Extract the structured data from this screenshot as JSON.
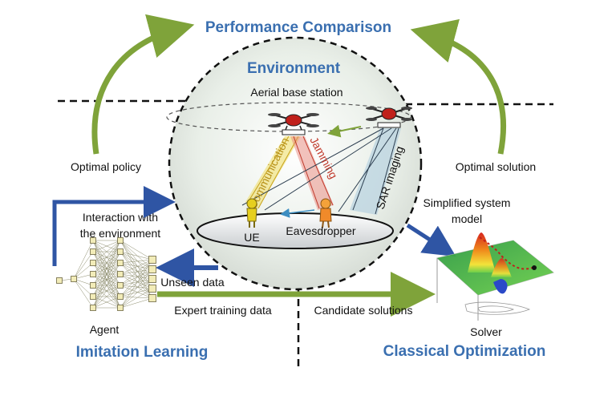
{
  "titles": {
    "performance": "Performance Comparison",
    "environment": "Environment",
    "imitation": "Imitation Learning",
    "classical": "Classical Optimization"
  },
  "labels": {
    "aerial_base_station": "Aerial base station",
    "communication": "Communication",
    "jamming": "Jamming",
    "sar_imaging": "SAR imaging",
    "ue": "UE",
    "eavesdropper": "Eavesdropper",
    "optimal_policy": "Optimal policy",
    "optimal_solution": "Optimal solution",
    "interaction_line1": "Interaction with",
    "interaction_line2": "the environment",
    "simplified_line1": "Simplified system",
    "simplified_line2": "model",
    "unseen_data": "Unseen data",
    "expert_training_data": "Expert training data",
    "candidate_solutions": "Candidate solutions",
    "agent": "Agent",
    "solver": "Solver"
  },
  "colors": {
    "title_blue": "#3a6fb0",
    "arrow_green": "#7fa33a",
    "arrow_blue": "#2f55a4",
    "communication": "#c8a21a",
    "jamming": "#c0392b",
    "sar": "#2c3e50"
  }
}
